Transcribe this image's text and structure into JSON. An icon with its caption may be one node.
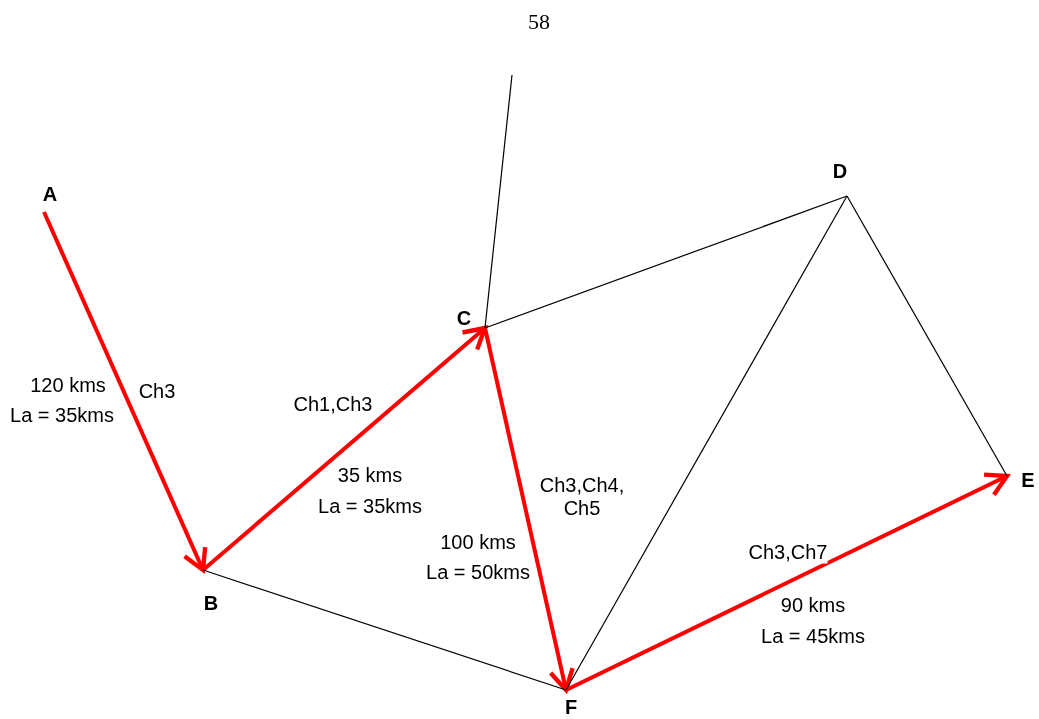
{
  "diagram": {
    "nodes": [
      {
        "text": [
          "A"
        ]
      },
      {
        "text": [
          "B"
        ]
      },
      {
        "text": [
          "C"
        ]
      },
      {
        "text": [
          "D"
        ]
      },
      {
        "text": [
          "E"
        ]
      },
      {
        "text": [
          "F"
        ]
      }
    ],
    "edges": [
      {
        "from": 0,
        "to": 1,
        "arrow": "to",
        "label": "Ch3",
        "style": "thick",
        "color": "#ff0000"
      },
      {
        "from": 1,
        "to": 2,
        "arrow": "to",
        "label": "Ch1,Ch3",
        "style": "thick",
        "color": "#ff0000"
      },
      {
        "from": 2,
        "to": 5,
        "arrow": "to",
        "label": "Ch3,Ch4, Ch5",
        "style": "thick",
        "color": "#ff0000"
      },
      {
        "from": 5,
        "to": 4,
        "arrow": "to",
        "label": "Ch3,Ch7",
        "style": "thick",
        "color": "#ff0000"
      },
      {
        "from": 1,
        "to": 5,
        "arrow": "none"
      },
      {
        "from": 2,
        "to": 3,
        "arrow": "none"
      },
      {
        "from": 3,
        "to": 4,
        "arrow": "none"
      },
      {
        "from": 3,
        "to": 5,
        "arrow": "none"
      },
      {
        "from": 2,
        "to": null,
        "arrow": "none"
      }
    ],
    "labels": [
      "58",
      "120 kms",
      "La = 35kms",
      "35 kms",
      "La = 35kms",
      "100 kms",
      "La = 50kms",
      "90 kms",
      "La = 45kms"
    ]
  }
}
